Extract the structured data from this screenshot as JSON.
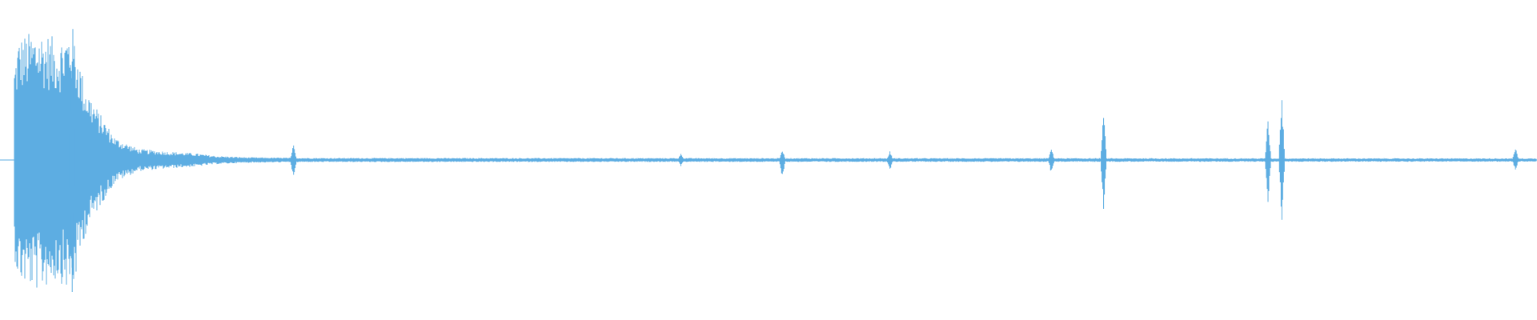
{
  "colors": {
    "background": "#ffffff",
    "waveform": "#5dade2"
  },
  "chart_data": {
    "type": "area",
    "title": "",
    "xlabel": "",
    "ylabel": "",
    "ylim": [
      -1,
      1
    ],
    "grid": false,
    "series": [
      {
        "values_note_free": true,
        "baseline": 0,
        "noise_floor": 0.012,
        "envelope": [
          {
            "x": 0.0,
            "amp": 0.02
          },
          {
            "x": 0.012,
            "amp": 0.88
          },
          {
            "x": 0.025,
            "amp": 0.94
          },
          {
            "x": 0.038,
            "amp": 0.86
          },
          {
            "x": 0.047,
            "amp": 0.97
          },
          {
            "x": 0.055,
            "amp": 0.55
          },
          {
            "x": 0.064,
            "amp": 0.35
          },
          {
            "x": 0.075,
            "amp": 0.16
          },
          {
            "x": 0.09,
            "amp": 0.08
          },
          {
            "x": 0.11,
            "amp": 0.06
          },
          {
            "x": 0.125,
            "amp": 0.05
          },
          {
            "x": 0.14,
            "amp": 0.03
          },
          {
            "x": 0.16,
            "amp": 0.02
          },
          {
            "x": 0.2,
            "amp": 0.015
          },
          {
            "x": 1.0,
            "amp": 0.012
          }
        ],
        "spikes": [
          {
            "x": 0.047,
            "up": 0.98,
            "down": 0.98
          },
          {
            "x": 0.191,
            "up": 0.14,
            "down": 0.14
          },
          {
            "x": 0.443,
            "up": 0.05,
            "down": 0.05
          },
          {
            "x": 0.509,
            "up": 0.08,
            "down": 0.13
          },
          {
            "x": 0.579,
            "up": 0.07,
            "down": 0.08
          },
          {
            "x": 0.684,
            "up": 0.1,
            "down": 0.1
          },
          {
            "x": 0.718,
            "up": 0.34,
            "down": 0.35
          },
          {
            "x": 0.825,
            "up": 0.3,
            "down": 0.32
          },
          {
            "x": 0.834,
            "up": 0.45,
            "down": 0.45
          },
          {
            "x": 0.986,
            "up": 0.09,
            "down": 0.08
          }
        ]
      }
    ]
  }
}
